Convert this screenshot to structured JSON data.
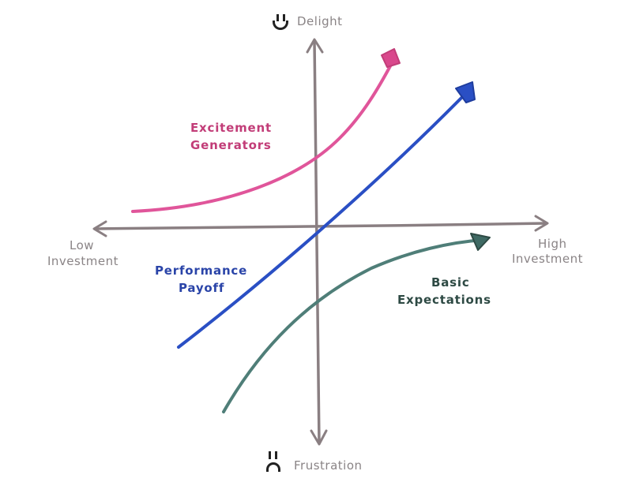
{
  "axes": {
    "top_label": "Delight",
    "bottom_label": "Frustration",
    "left_label_line1": "Low",
    "left_label_line2": "Investment",
    "right_label_line1": "High",
    "right_label_line2": "Investment",
    "axis_color": "#8a7f82",
    "label_color": "#8a8486"
  },
  "icons": {
    "top": "smile-face-icon",
    "bottom": "frown-face-icon",
    "top_glyph": "◡",
    "bottom_glyph": "◠"
  },
  "curves": [
    {
      "name": "excitement",
      "label_line1": "Excitement",
      "label_line2": "Generators",
      "color": "#e0559a",
      "label_color": "#c23d78"
    },
    {
      "name": "performance",
      "label_line1": "Performance",
      "label_line2": "Payoff",
      "color": "#2a4fc4",
      "label_color": "#2a44a8"
    },
    {
      "name": "basic",
      "label_line1": "Basic",
      "label_line2": "Expectations",
      "color": "#4f7e78",
      "label_color": "#2e4a44"
    }
  ]
}
